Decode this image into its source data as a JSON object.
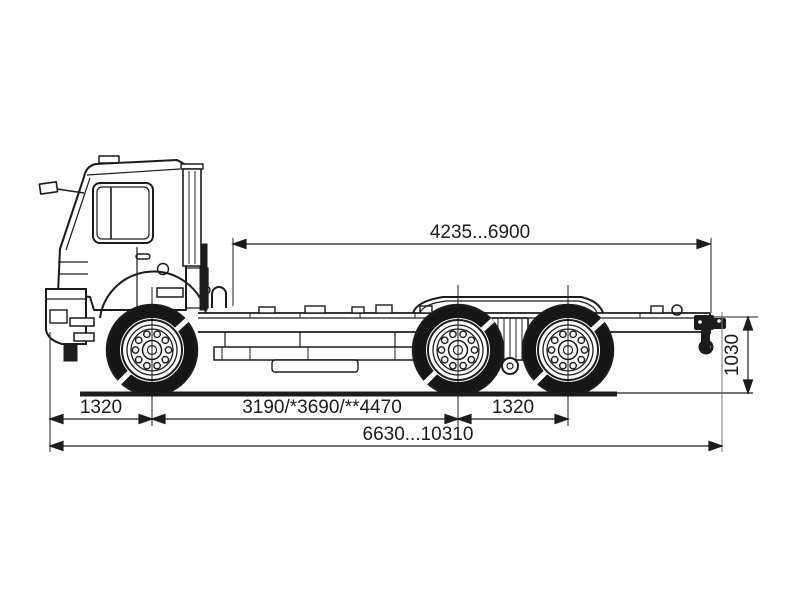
{
  "drawing": {
    "subject": "truck-chassis-side-view-technical-drawing",
    "line_color": "#1c1c1c",
    "background": "#ffffff"
  },
  "dimensions": {
    "upper_frame_span": "4235...6900",
    "rear_frame_height": "1030",
    "front_overhang": "1320",
    "wheelbase": "3190/*3690/**4470",
    "rear_bogie_spacing": "1320",
    "overall_length": "6630...10310"
  }
}
